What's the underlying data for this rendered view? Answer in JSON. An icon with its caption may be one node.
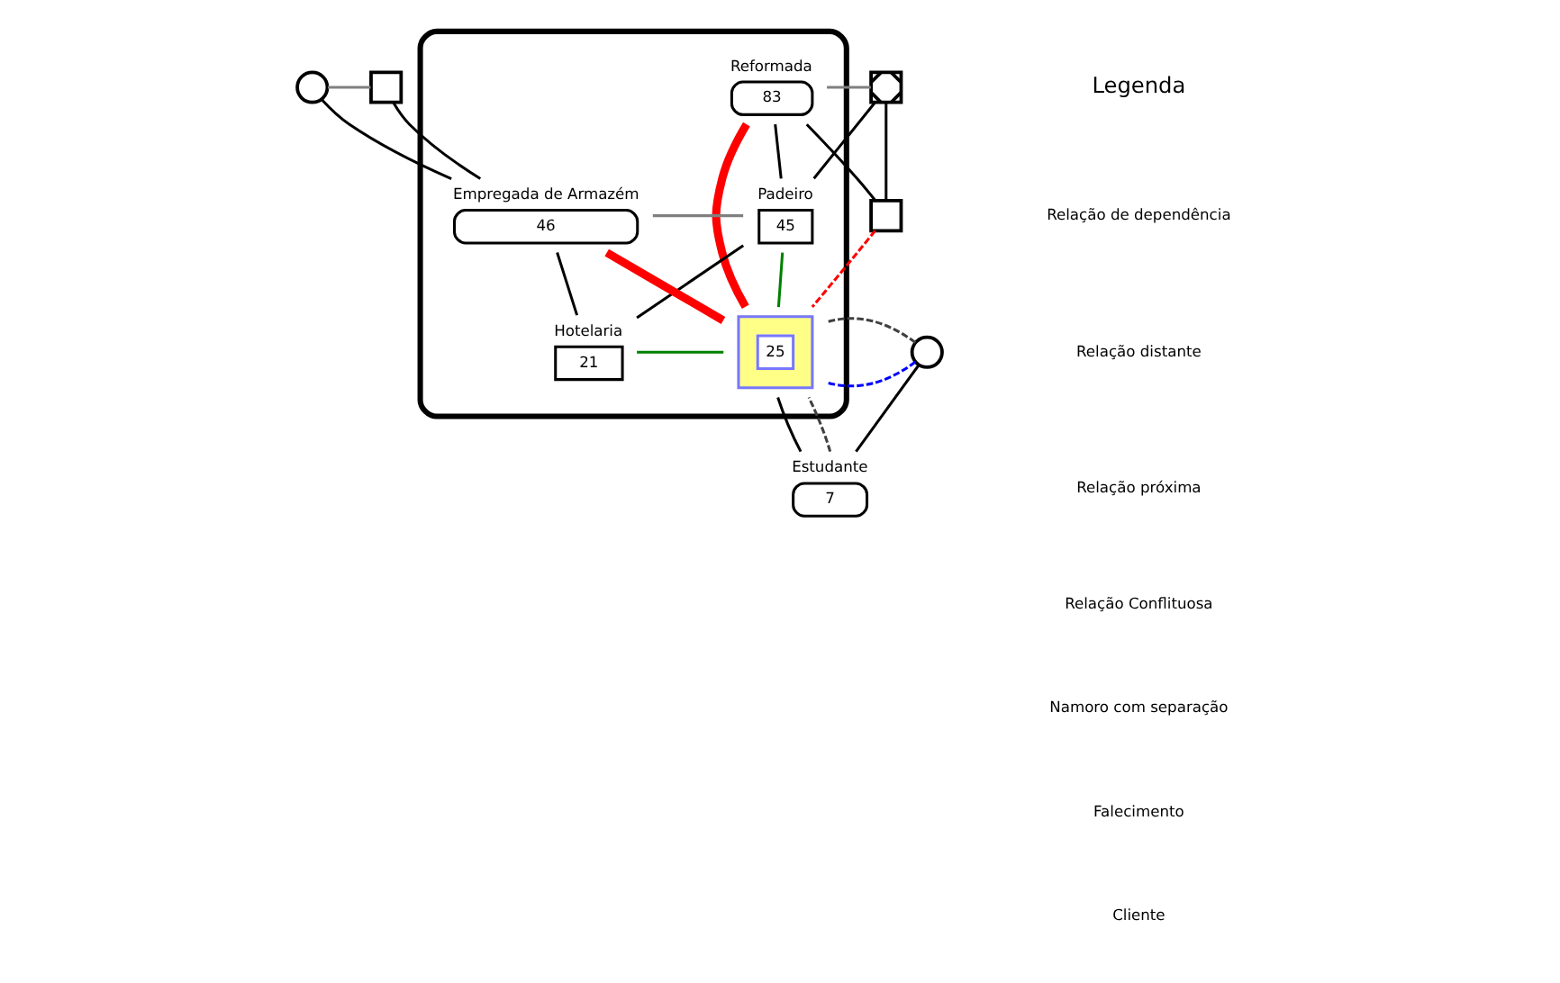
{
  "diagram": {
    "nodes": [
      {
        "text": [],
        "shape": "cloud"
      },
      {
        "text": [],
        "shape": "box"
      },
      {
        "text": [
          "Reformada",
          "83"
        ],
        "in": 0
      },
      {
        "text": [],
        "shape": "box"
      },
      {
        "text": [],
        "shape": "circle"
      },
      {
        "text": [],
        "shape": "box"
      },
      {
        "text": [
          "Padeiro",
          "45"
        ],
        "in": 0
      },
      {
        "text": [
          "Empregada de Armazém",
          "46"
        ],
        "in": 0
      },
      {
        "text": [
          "25"
        ],
        "in": 0
      },
      {
        "text": [
          "Hotelaria",
          "21"
        ],
        "in": 0
      },
      {
        "text": [],
        "shape": "circle"
      },
      {
        "text": [
          "Estudante",
          "7"
        ]
      }
    ],
    "edges": [
      {
        "from": 1,
        "to": 2,
        "arrow": "none",
        "color": "#808080"
      },
      {
        "from": 1,
        "to": 5,
        "arrow": "none"
      },
      {
        "from": 2,
        "to": 5,
        "arrow": "none"
      },
      {
        "from": 1,
        "to": 6,
        "arrow": "none"
      },
      {
        "from": 2,
        "to": 6,
        "arrow": "none"
      },
      {
        "from": 3,
        "to": 4,
        "arrow": "none",
        "color": "#808080"
      },
      {
        "from": 3,
        "to": 7,
        "arrow": "none"
      },
      {
        "from": 4,
        "to": 7,
        "arrow": "none"
      },
      {
        "from": 6,
        "to": 7,
        "arrow": "none",
        "color": "#808080"
      },
      {
        "from": 6,
        "to": 9,
        "arrow": "none"
      },
      {
        "from": 7,
        "to": 9,
        "arrow": "none"
      },
      {
        "from": 10,
        "to": 8,
        "arrow": "none",
        "style": "dashed",
        "color": "#0000ff"
      },
      {
        "from": 10,
        "to": 11,
        "arrow": "none"
      },
      {
        "from": 8,
        "to": 11,
        "arrow": "none"
      },
      {
        "from": 10,
        "to": 8,
        "arrow": "none",
        "style": "dashed",
        "color": "#404040"
      },
      {
        "from": 11,
        "to": 8,
        "arrow": "none",
        "style": "dashed",
        "color": "#404040"
      },
      {
        "from": 5,
        "to": 8,
        "arrow": "none",
        "style": "dashed",
        "color": "#ff0000"
      },
      {
        "from": 6,
        "to": 8,
        "arrow": "none",
        "color": "#008000"
      },
      {
        "from": 2,
        "to": 8,
        "arrow": "none",
        "style": "thick",
        "color": "#ff0000"
      },
      {
        "from": 7,
        "to": 8,
        "arrow": "none",
        "style": "thick",
        "color": "#ff0000"
      },
      {
        "from": 8,
        "to": 9,
        "arrow": "none",
        "color": "#008000"
      }
    ],
    "labels": [
      "Legenda"
    ],
    "legend": [
      {
        "text": "Relação de dependência"
      },
      {
        "text": "Relação distante"
      },
      {
        "text": "Relação próxima"
      },
      {
        "text": "Relação Conflituosa"
      },
      {
        "text": "Namoro com separação"
      },
      {
        "text": "Falecimento"
      },
      {
        "text": "Cliente"
      }
    ]
  }
}
